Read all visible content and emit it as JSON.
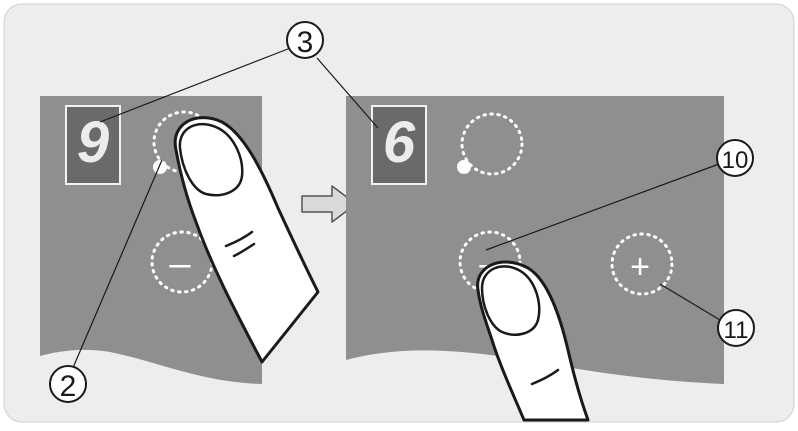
{
  "callouts": {
    "c3": "3",
    "c2": "2",
    "c10": "10",
    "c11": "11"
  },
  "panel_left": {
    "display_digit": "9",
    "minus_label": "–"
  },
  "panel_right": {
    "display_digit": "6",
    "minus_label": "–",
    "plus_label": "+"
  },
  "colors": {
    "background": "#ededed",
    "panel": "#8f8f8f",
    "display_box": "#6a6a6a",
    "indicator": "#ffffff",
    "outline": "#1a1a1a",
    "arrow": "#d9d9d9"
  }
}
